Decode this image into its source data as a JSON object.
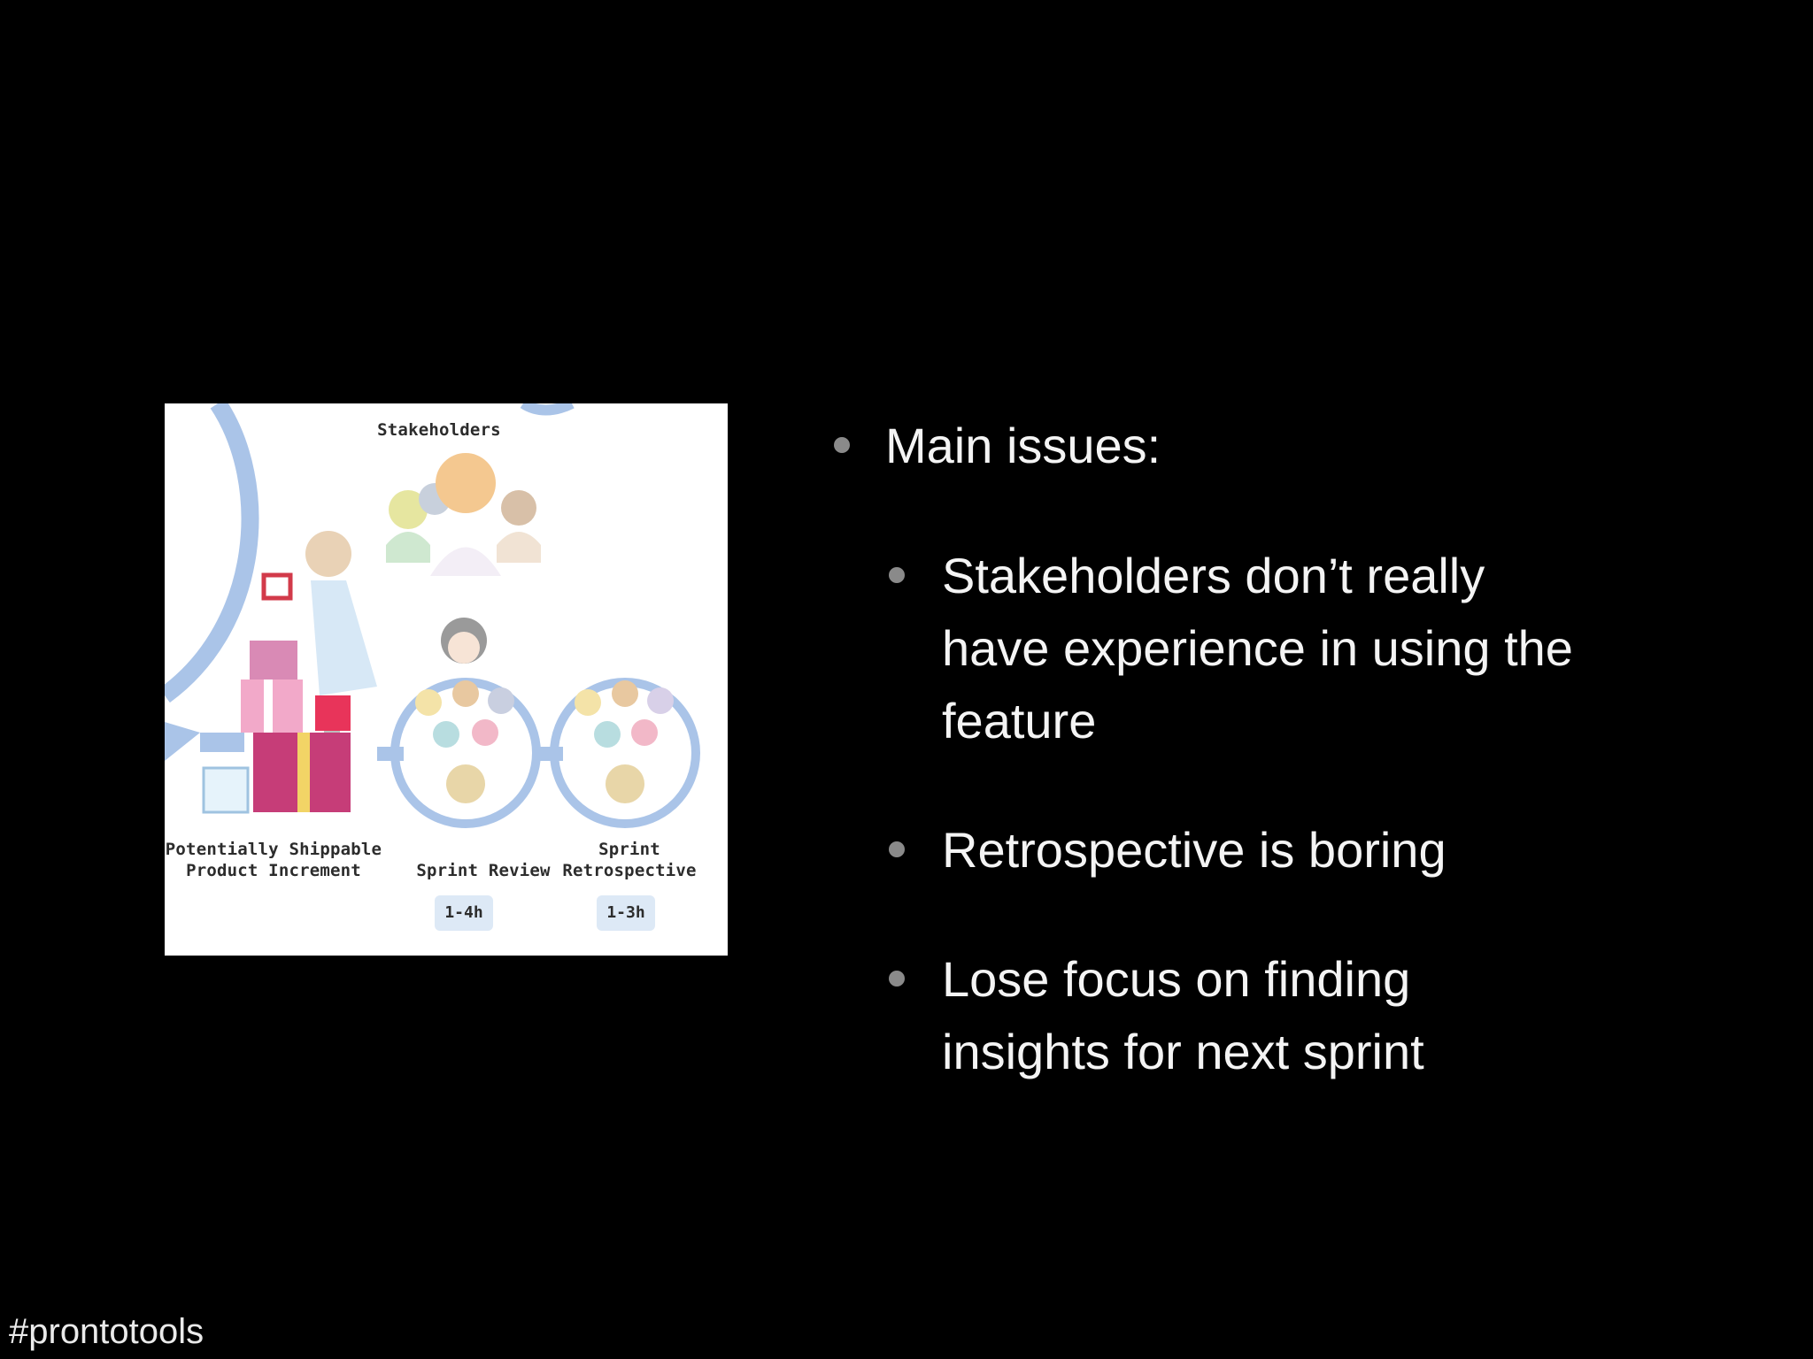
{
  "illustration": {
    "labels": {
      "stakeholders": "Stakeholders",
      "increment": "Potentially Shippable Product Increment",
      "review": "Sprint Review",
      "retrospective": "Sprint Retrospective"
    },
    "durations": {
      "review": "1-4h",
      "retrospective": "1-3h"
    }
  },
  "bullets": {
    "main": "Main issues:",
    "items": [
      "Stakeholders don’t really have experience in using the feature",
      "Retrospective is boring",
      "Lose focus on finding insights for next sprint"
    ]
  },
  "footer": {
    "hashtag": "#prontotools"
  },
  "colors": {
    "background": "#000000",
    "text": "#f4f4f4",
    "bullet": "#8a8a8a",
    "arc": "#aac4e8"
  }
}
